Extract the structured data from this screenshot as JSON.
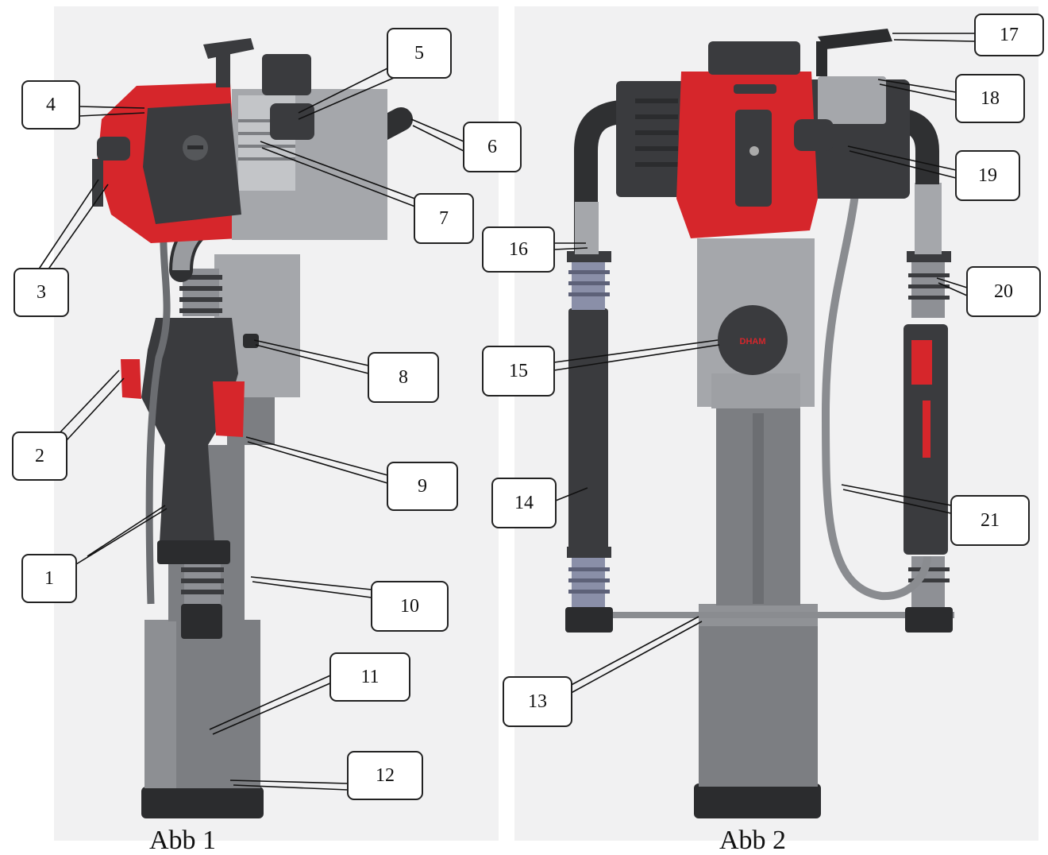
{
  "figures": [
    {
      "caption": "Abb 1"
    },
    {
      "caption": "Abb 2"
    }
  ],
  "callouts": [
    "1",
    "2",
    "3",
    "4",
    "5",
    "6",
    "7",
    "8",
    "9",
    "10",
    "11",
    "12",
    "13",
    "14",
    "15",
    "16",
    "17",
    "18",
    "19",
    "20",
    "21"
  ],
  "labels": {
    "cap_logo": "DHAM"
  },
  "colors": {
    "accent": "#d6262b",
    "body": "#7c7e82",
    "dark": "#3a3b3e"
  }
}
